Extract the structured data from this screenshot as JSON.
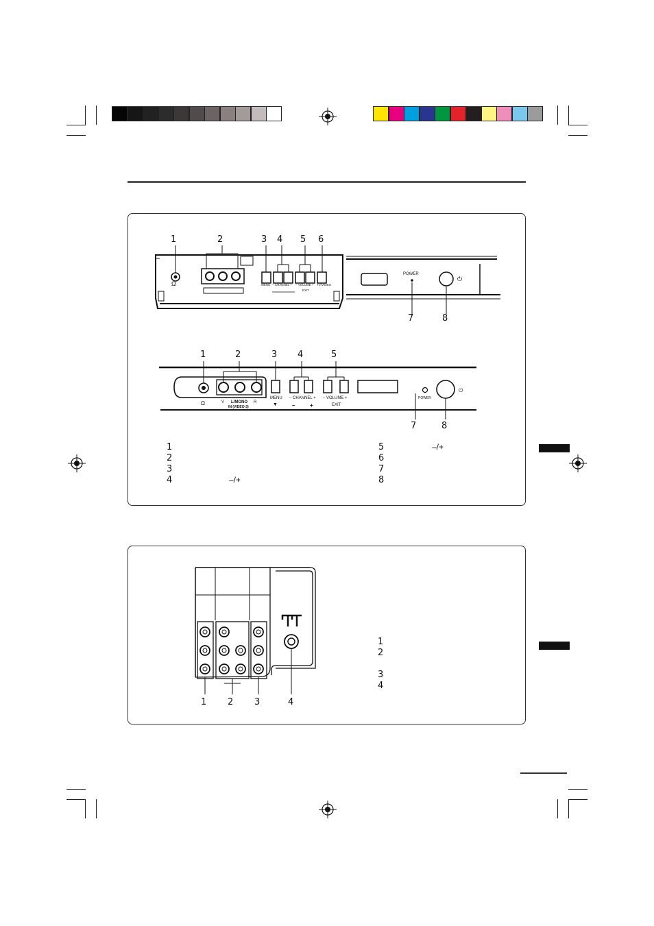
{
  "color_bar": {
    "gray_swatches": [
      "#050505",
      "#161616",
      "#212121",
      "#2c2c2c",
      "#3c3838",
      "#514b4b",
      "#6c6464",
      "#8a8080",
      "#a39a9a",
      "#c4bcbc",
      "#ffffff"
    ],
    "color_swatches": [
      "#ffe600",
      "#e6007e",
      "#00a0e0",
      "#2a3590",
      "#00963f",
      "#e2242a",
      "#231f20",
      "#fff582",
      "#ef8ebb",
      "#7cc7ee",
      "#9b9b9b"
    ]
  },
  "front_panel_top": {
    "callouts": [
      "1",
      "2",
      "3",
      "4",
      "5",
      "6"
    ],
    "labels": {
      "menu": "MENU",
      "channel": "– CHANNEL +",
      "volume": "– VOLUME +",
      "exit": "EXIT",
      "tv_video": "TV/VIDEO",
      "power": "POWER",
      "power_symbol": "⏻"
    },
    "lower_callouts": [
      "7",
      "8"
    ]
  },
  "front_panel_bottom": {
    "callouts": [
      "1",
      "2",
      "3",
      "4",
      "5"
    ],
    "labels": {
      "headphone": "Ω",
      "v": "V",
      "l_mono": "L/MONO",
      "in_video": "IN (VIDEO-3)",
      "r": "R",
      "menu": "MENU",
      "arrow_down": "▼",
      "channel": "– CHANNEL +",
      "channel_minus": "–",
      "channel_plus": "+",
      "volume": "– VOLUME +",
      "exit": "EXIT",
      "power": "POWER"
    },
    "lower_callouts": [
      "7",
      "8"
    ]
  },
  "legend": {
    "left": [
      {
        "num": "1",
        "text": ""
      },
      {
        "num": "2",
        "text": ""
      },
      {
        "num": "3",
        "text": ""
      },
      {
        "num": "4",
        "text": "–/+"
      }
    ],
    "right": [
      {
        "num": "5",
        "text": "–/+"
      },
      {
        "num": "6",
        "text": ""
      },
      {
        "num": "7",
        "text": ""
      },
      {
        "num": "8",
        "text": ""
      }
    ]
  },
  "rear_panel": {
    "callouts": [
      "1",
      "2",
      "3",
      "4"
    ],
    "legend": [
      "1",
      "2",
      "3",
      "4"
    ]
  }
}
